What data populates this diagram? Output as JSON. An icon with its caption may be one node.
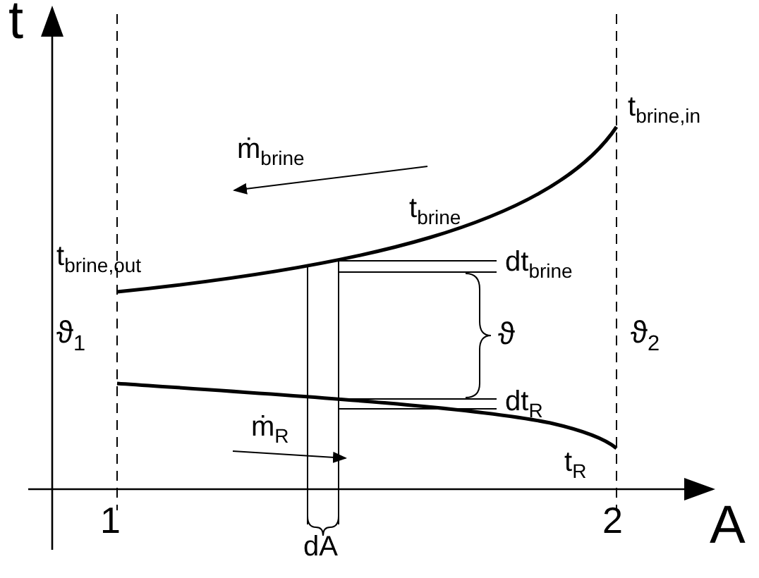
{
  "diagram": {
    "labels": [
      "t",
      "ṁ$_{brine}$",
      "t$_{brine,in}$",
      "t$_{brine}$",
      "t$_{brine,out}$",
      "dt$_{brine}$",
      "ϑ$_{1}$",
      "ϑ",
      "ϑ$_{2}$",
      "dt$_{R}$",
      "ṁ$_{R}$",
      "t$_{R}$",
      "1",
      "2",
      "A",
      "dA"
    ]
  }
}
